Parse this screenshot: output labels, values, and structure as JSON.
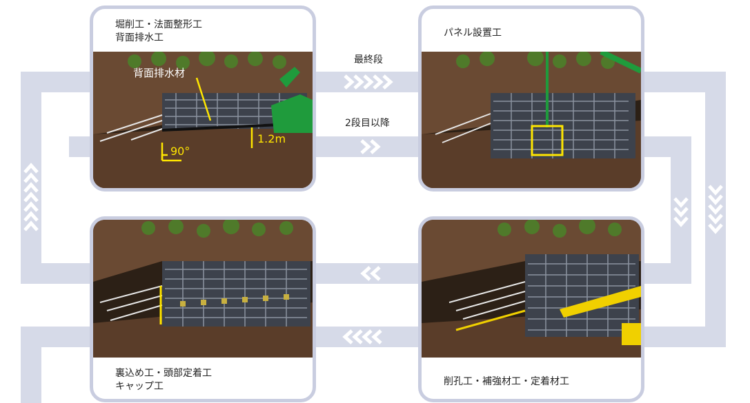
{
  "steps": {
    "step1": {
      "line1": "堀削工・法面整形工",
      "line2": "背面排水工"
    },
    "step2": {
      "line1": "パネル設置工"
    },
    "step3": {
      "line1": "削孔工・補強材工・定着材工"
    },
    "step4": {
      "line1": "裏込め工・頭部定着工",
      "line2": "キャップ工"
    }
  },
  "flow_labels": {
    "final": "最終段",
    "subsequent": "2段目以降"
  },
  "annotations": {
    "drain": "背面排水材",
    "angle": "90°",
    "height": "1.2m"
  },
  "colors": {
    "flow": "#c9cde0",
    "chevron": "#ffffff",
    "highlight": "#ffe600",
    "machine": "#1f9b3c",
    "drill": "#f0d000",
    "soil": "#6b4a34",
    "panel": "#3a3f4a"
  }
}
